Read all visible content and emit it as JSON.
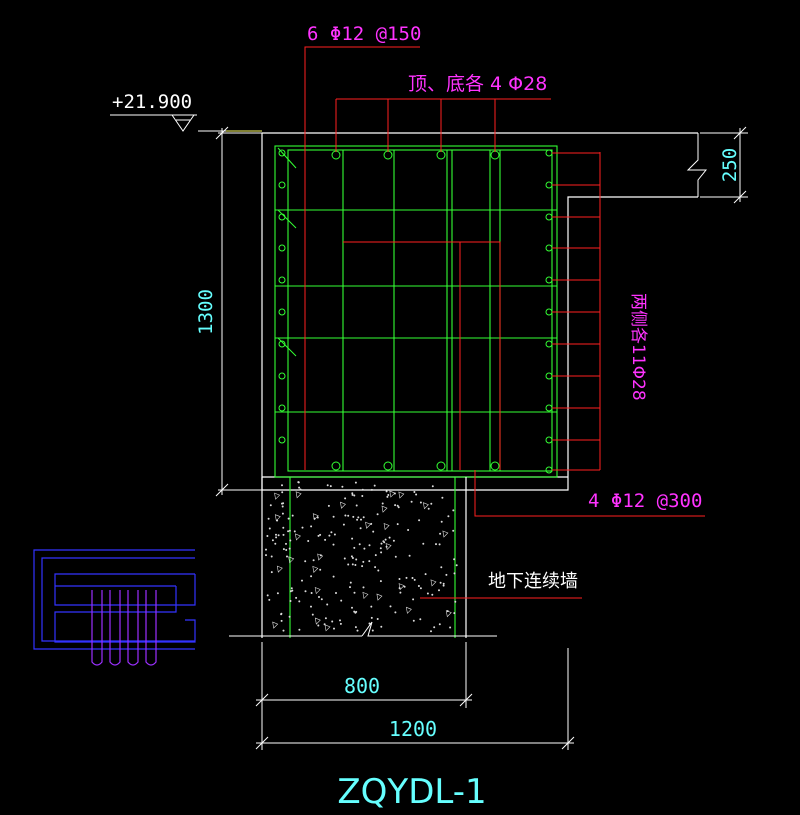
{
  "colors": {
    "background": "#000000",
    "outline": "#ffffff",
    "dimension": "#ffffff",
    "cad_yellow": "#ffff66",
    "rebar_green": "#33ff33",
    "leader_red": "#ff2020",
    "label_magenta": "#ff33ff",
    "dim_text_cyan": "#66ffff",
    "detail_blue": "#3333ff",
    "stirrup_purple": "#9b30ff",
    "concrete_dots": "#dddddd"
  },
  "labels": {
    "stirrups": "6 Φ12 @150",
    "top_bottom_bars": "顶、底各 4 Φ28",
    "elevation": "+21.900",
    "side_bars": "两侧各11Φ28",
    "tie_bars": "4 Φ12 @300",
    "wall_label": "地下连续墙",
    "title": "ZQYDL-1"
  },
  "dimensions": {
    "height": "1300",
    "step": "250",
    "wall_width": "800",
    "beam_width": "1200"
  }
}
